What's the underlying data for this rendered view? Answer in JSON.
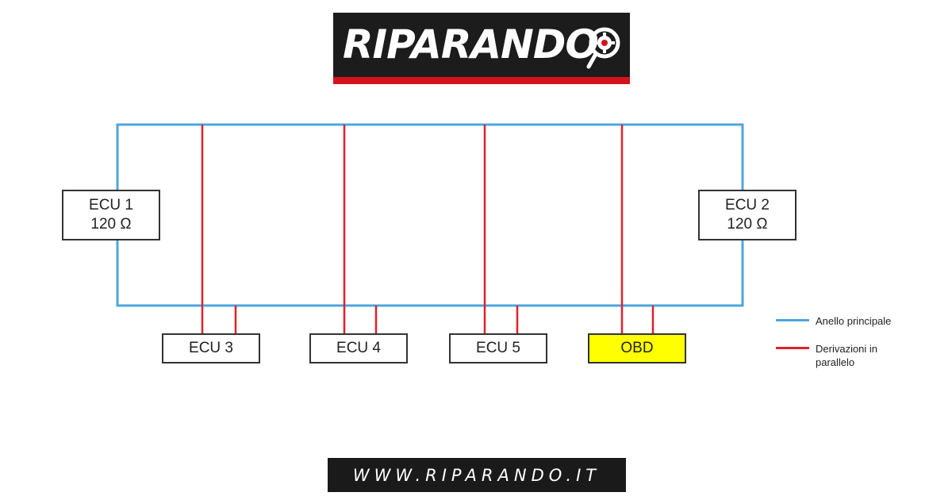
{
  "logo": {
    "text": "RIPARANDO"
  },
  "diagram": {
    "ecu1": {
      "name": "ECU 1",
      "value": "120 Ω"
    },
    "ecu2": {
      "name": "ECU 2",
      "value": "120 Ω"
    },
    "ecu3": "ECU 3",
    "ecu4": "ECU 4",
    "ecu5": "ECU 5",
    "obd": "OBD"
  },
  "legend": {
    "main": "Anello principale",
    "branch": "Derivazioni in parallelo"
  },
  "footer": {
    "url": "WWW.RIPARANDO.IT"
  },
  "colors": {
    "main_ring": "#4da6de",
    "branch": "#e2202a",
    "obd_fill": "#ffff00",
    "logo_bg": "#1c1c1c",
    "logo_accent": "#d3121b"
  }
}
